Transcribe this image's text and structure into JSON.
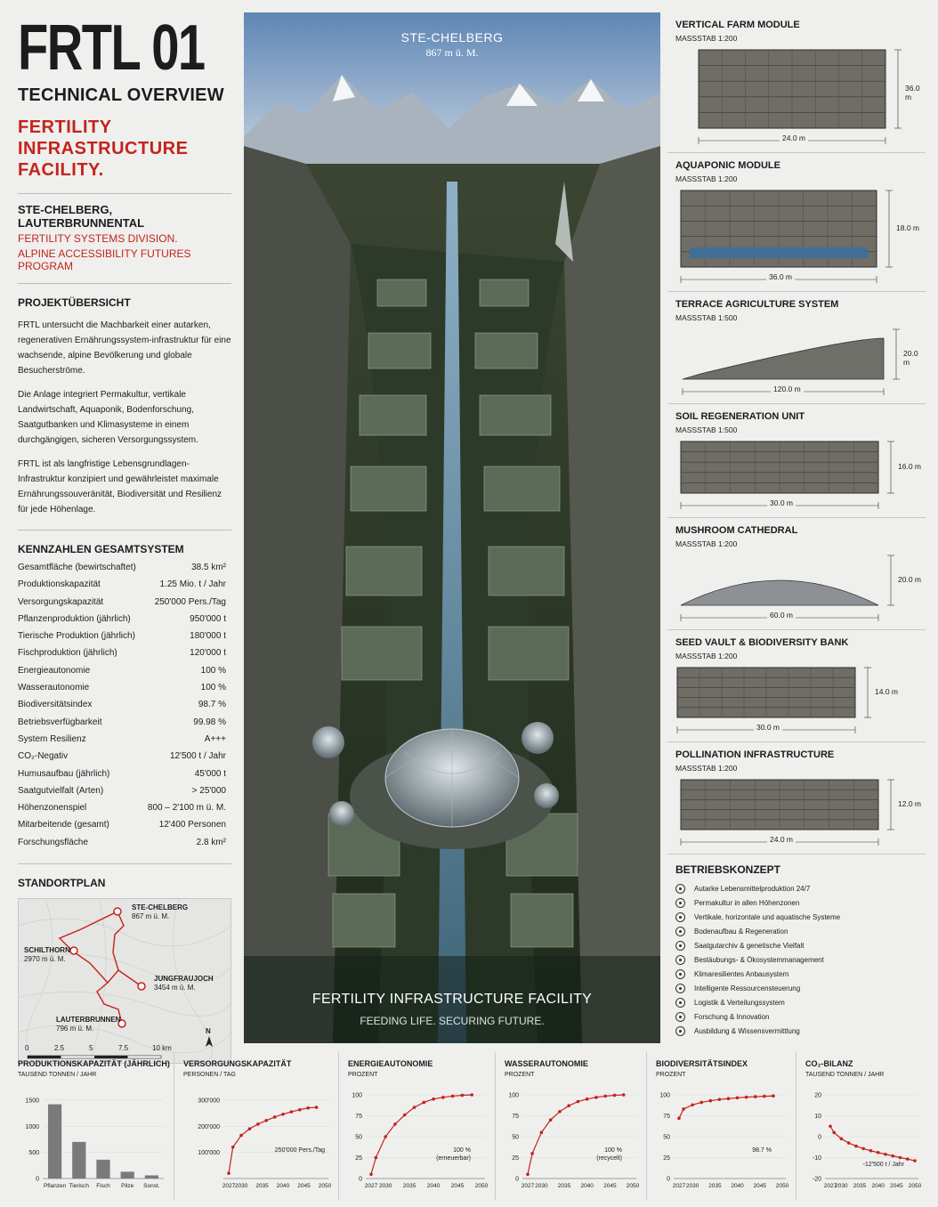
{
  "header": {
    "title": "FRTL 01",
    "subtitle": "TECHNICAL OVERVIEW",
    "tagline": [
      "FERTILITY",
      "INFRASTRUCTURE",
      "FACILITY."
    ],
    "location": "STE-CHELBERG, LAUTERBRUNNENTAL",
    "division": "FERTILITY SYSTEMS DIVISION.",
    "program": "ALPINE ACCESSIBILITY FUTURES PROGRAM"
  },
  "overview": {
    "heading": "PROJEKTÜBERSICHT",
    "paragraphs": [
      "FRTL untersucht die Machbarkeit einer autarken, regenerativen Ernährungssystem-infrastruktur für eine wachsende, alpine Bevölkerung und globale Besucherströme.",
      "Die Anlage integriert Permakultur, vertikale Landwirtschaft, Aquaponik, Bodenforschung, Saatgutbanken und Klimasysteme in einem durchgängigen, sicheren Versorgungssystem.",
      "FRTL ist als langfristige Lebensgrundlagen-Infrastruktur konzipiert und gewährleistet maximale Ernährungssouveränität, Biodiversität und Resilienz für jede Höhenlage."
    ]
  },
  "kennzahlen": {
    "heading": "KENNZAHLEN GESAMTSYSTEM",
    "rows": [
      [
        "Gesamtfläche (bewirtschaftet)",
        "38.5 km²"
      ],
      [
        "Produktionskapazität",
        "1.25 Mio. t / Jahr"
      ],
      [
        "Versorgungskapazität",
        "250'000 Pers./Tag"
      ],
      [
        "Pflanzenproduktion (jährlich)",
        "950'000 t"
      ],
      [
        "Tierische Produktion (jährlich)",
        "180'000 t"
      ],
      [
        "Fischproduktion (jährlich)",
        "120'000 t"
      ],
      [
        "Energieautonomie",
        "100 %"
      ],
      [
        "Wasserautonomie",
        "100 %"
      ],
      [
        "Biodiversitätsindex",
        "98.7 %"
      ],
      [
        "Betriebsverfügbarkeit",
        "99.98 %"
      ],
      [
        "System Resilienz",
        "A+++"
      ],
      [
        "CO₂-Negativ",
        "12'500 t / Jahr"
      ],
      [
        "Humusaufbau (jährlich)",
        "45'000 t"
      ],
      [
        "Saatgutvielfalt (Arten)",
        "> 25'000"
      ],
      [
        "Höhenzonenspiel",
        "800 – 2'100 m ü. M."
      ],
      [
        "Mitarbeitende (gesamt)",
        "12'400 Personen"
      ],
      [
        "Forschungsfläche",
        "2.8 km²"
      ]
    ]
  },
  "standort": {
    "heading": "STANDORTPLAN",
    "points": [
      {
        "name": "STE-CHELBERG",
        "alt": "867 m ü. M."
      },
      {
        "name": "SCHILTHORN",
        "alt": "2970 m ü. M."
      },
      {
        "name": "JUNGFRAUJOCH",
        "alt": "3454 m ü. M."
      },
      {
        "name": "LAUTERBRUNNEN",
        "alt": "796 m ü. M."
      }
    ],
    "scale": [
      "0",
      "2.5",
      "5",
      "7.5",
      "10 km"
    ],
    "north": "N"
  },
  "hero": {
    "place": "STE-CHELBERG",
    "alt": "867 m ü. M.",
    "caption": "FERTILITY INFRASTRUCTURE FACILITY",
    "slogan": "FEEDING LIFE. SECURING FUTURE."
  },
  "modules": [
    {
      "title": "VERTICAL FARM MODULE",
      "scale": "MASSSTAB 1:200",
      "w": "24.0 m",
      "h": "36.0 m"
    },
    {
      "title": "AQUAPONIC MODULE",
      "scale": "MASSSTAB 1:200",
      "w": "36.0 m",
      "h": "18.0 m"
    },
    {
      "title": "TERRACE AGRICULTURE SYSTEM",
      "scale": "MASSSTAB 1:500",
      "w": "120.0 m",
      "h": "20.0 m"
    },
    {
      "title": "SOIL REGENERATION UNIT",
      "scale": "MASSSTAB 1:500",
      "w": "30.0 m",
      "h": "16.0 m"
    },
    {
      "title": "MUSHROOM CATHEDRAL",
      "scale": "MASSSTAB 1:200",
      "w": "60.0 m",
      "h": "20.0 m"
    },
    {
      "title": "SEED VAULT & BIODIVERSITY BANK",
      "scale": "MASSSTAB 1:200",
      "w": "30.0 m",
      "h": "14.0 m"
    },
    {
      "title": "POLLINATION INFRASTRUCTURE",
      "scale": "MASSSTAB 1:200",
      "w": "24.0 m",
      "h": "12.0 m"
    }
  ],
  "betrieb": {
    "heading": "BETRIEBSKONZEPT",
    "items": [
      "Autarke Lebensmittelproduktion 24/7",
      "Permakultur in allen Höhenzonen",
      "Vertikale, horizontale und aquatische Systeme",
      "Bodenaufbau & Regeneration",
      "Saatgutarchiv & genetische Vielfalt",
      "Bestäubungs- & Ökosystemmanagement",
      "Klimaresilientes Anbausystem",
      "Intelligente Ressourcensteuerung",
      "Logistik & Verteilungssystem",
      "Forschung & Innovation",
      "Ausbildung & Wissensvermittlung"
    ]
  },
  "colors": {
    "accent": "#c4231c",
    "bar": "#7a7a7a"
  },
  "chart_data": [
    {
      "type": "bar",
      "title": "PRODUKTIONSKAPAZITÄT (JÄHRLICH)",
      "subtitle": "TAUSEND TONNEN / JAHR",
      "categories": [
        "Pflanzen",
        "Tierisch",
        "Fisch",
        "Pilze",
        "Sonst."
      ],
      "values": [
        1420,
        700,
        360,
        130,
        60
      ],
      "yticks": [
        "1500",
        "1000",
        "500",
        "0"
      ],
      "ylim": [
        0,
        1600
      ]
    },
    {
      "type": "line",
      "title": "VERSORGUNGSKAPAZITÄT",
      "subtitle": "PERSONEN / TAG",
      "x": [
        2027,
        2028,
        2030,
        2032,
        2034,
        2036,
        2038,
        2040,
        2042,
        2044,
        2046,
        2048
      ],
      "y": [
        20000,
        120000,
        165000,
        190000,
        208000,
        222000,
        235000,
        246000,
        255000,
        263000,
        270000,
        272000
      ],
      "xticks": [
        "2027",
        "2030",
        "2035",
        "2040",
        "2045",
        "2050"
      ],
      "yticks": [
        "300'000",
        "200'000",
        "100'000"
      ],
      "ylim": [
        0,
        320000
      ],
      "annotation": "250'000 Pers./Tag"
    },
    {
      "type": "line",
      "title": "ENERGIEAUTONOMIE",
      "subtitle": "PROZENT",
      "x": [
        2027,
        2028,
        2030,
        2032,
        2034,
        2036,
        2038,
        2040,
        2042,
        2044,
        2046,
        2048
      ],
      "y": [
        5,
        25,
        50,
        65,
        76,
        85,
        91,
        95,
        97,
        98.5,
        99.5,
        100
      ],
      "xticks": [
        "2027",
        "2030",
        "2035",
        "2040",
        "2045",
        "2050"
      ],
      "yticks": [
        "100",
        "75",
        "50",
        "25",
        "0"
      ],
      "ylim": [
        0,
        100
      ],
      "annotation": [
        "100 %",
        "(erneuerbar)"
      ]
    },
    {
      "type": "line",
      "title": "WASSERAUTONOMIE",
      "subtitle": "PROZENT",
      "x": [
        2027,
        2028,
        2030,
        2032,
        2034,
        2036,
        2038,
        2040,
        2042,
        2044,
        2046,
        2048
      ],
      "y": [
        5,
        30,
        55,
        70,
        80,
        87,
        92,
        95,
        97,
        98.5,
        99.5,
        100
      ],
      "xticks": [
        "2027",
        "2030",
        "2035",
        "2040",
        "2045",
        "2050"
      ],
      "yticks": [
        "100",
        "75",
        "50",
        "25",
        "0"
      ],
      "ylim": [
        0,
        100
      ],
      "annotation": [
        "100 %",
        "(recycelt)"
      ]
    },
    {
      "type": "line",
      "title": "BIODIVERSITÄTSINDEX",
      "subtitle": "PROZENT",
      "x": [
        2027,
        2028,
        2030,
        2032,
        2034,
        2036,
        2038,
        2040,
        2042,
        2044,
        2046,
        2048
      ],
      "y": [
        72,
        83,
        88,
        91,
        93,
        94.5,
        95.5,
        96.5,
        97.2,
        97.8,
        98.3,
        98.7
      ],
      "xticks": [
        "2027",
        "2030",
        "2035",
        "2040",
        "2045",
        "2050"
      ],
      "yticks": [
        "100",
        "75",
        "50",
        "25",
        "0"
      ],
      "ylim": [
        0,
        100
      ],
      "annotation": "98.7 %"
    },
    {
      "type": "line",
      "title": "CO₂-BILANZ",
      "subtitle": "TAUSEND TONNEN / JAHR",
      "x": [
        2027,
        2028,
        2030,
        2032,
        2034,
        2036,
        2038,
        2040,
        2042,
        2044,
        2046,
        2048,
        2050
      ],
      "y": [
        5,
        2,
        -1,
        -3,
        -4.5,
        -5.7,
        -6.7,
        -7.6,
        -8.4,
        -9.2,
        -10,
        -10.7,
        -11.5
      ],
      "xticks": [
        "2027",
        "2030",
        "2035",
        "2040",
        "2045",
        "2050"
      ],
      "yticks": [
        "20",
        "10",
        "0",
        "-10",
        "-20"
      ],
      "ylim": [
        -20,
        20
      ],
      "annotation": "-12'500 t / Jahr"
    }
  ]
}
